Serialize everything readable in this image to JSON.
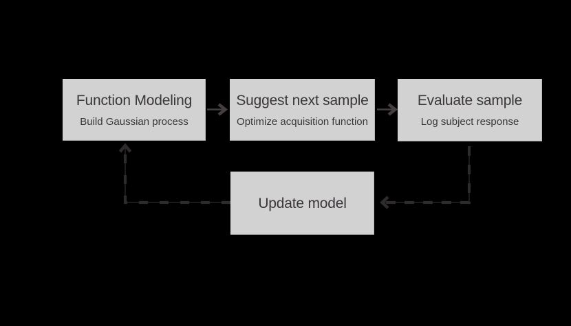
{
  "diagram": {
    "boxes": [
      {
        "id": "function-modeling",
        "title": "Function Modeling",
        "subtitle": "Build Gaussian process"
      },
      {
        "id": "suggest-next-sample",
        "title": "Suggest next sample",
        "subtitle": "Optimize acquisition function"
      },
      {
        "id": "evaluate-sample",
        "title": "Evaluate sample",
        "subtitle": "Log subject response"
      },
      {
        "id": "update-model",
        "title": "Update model"
      }
    ],
    "connections": [
      {
        "from": "function-modeling",
        "to": "suggest-next-sample",
        "style": "solid-arrow"
      },
      {
        "from": "suggest-next-sample",
        "to": "evaluate-sample",
        "style": "solid-arrow"
      },
      {
        "from": "evaluate-sample",
        "to": "update-model",
        "style": "dashed-arrow"
      },
      {
        "from": "update-model",
        "to": "function-modeling",
        "style": "dashed-arrow"
      }
    ]
  },
  "colors": {
    "background": "#000000",
    "box-fill": "#d2d2d2",
    "box-text": "#3a363a",
    "connector": "#2e2b2c",
    "arrow": "#443e40"
  }
}
